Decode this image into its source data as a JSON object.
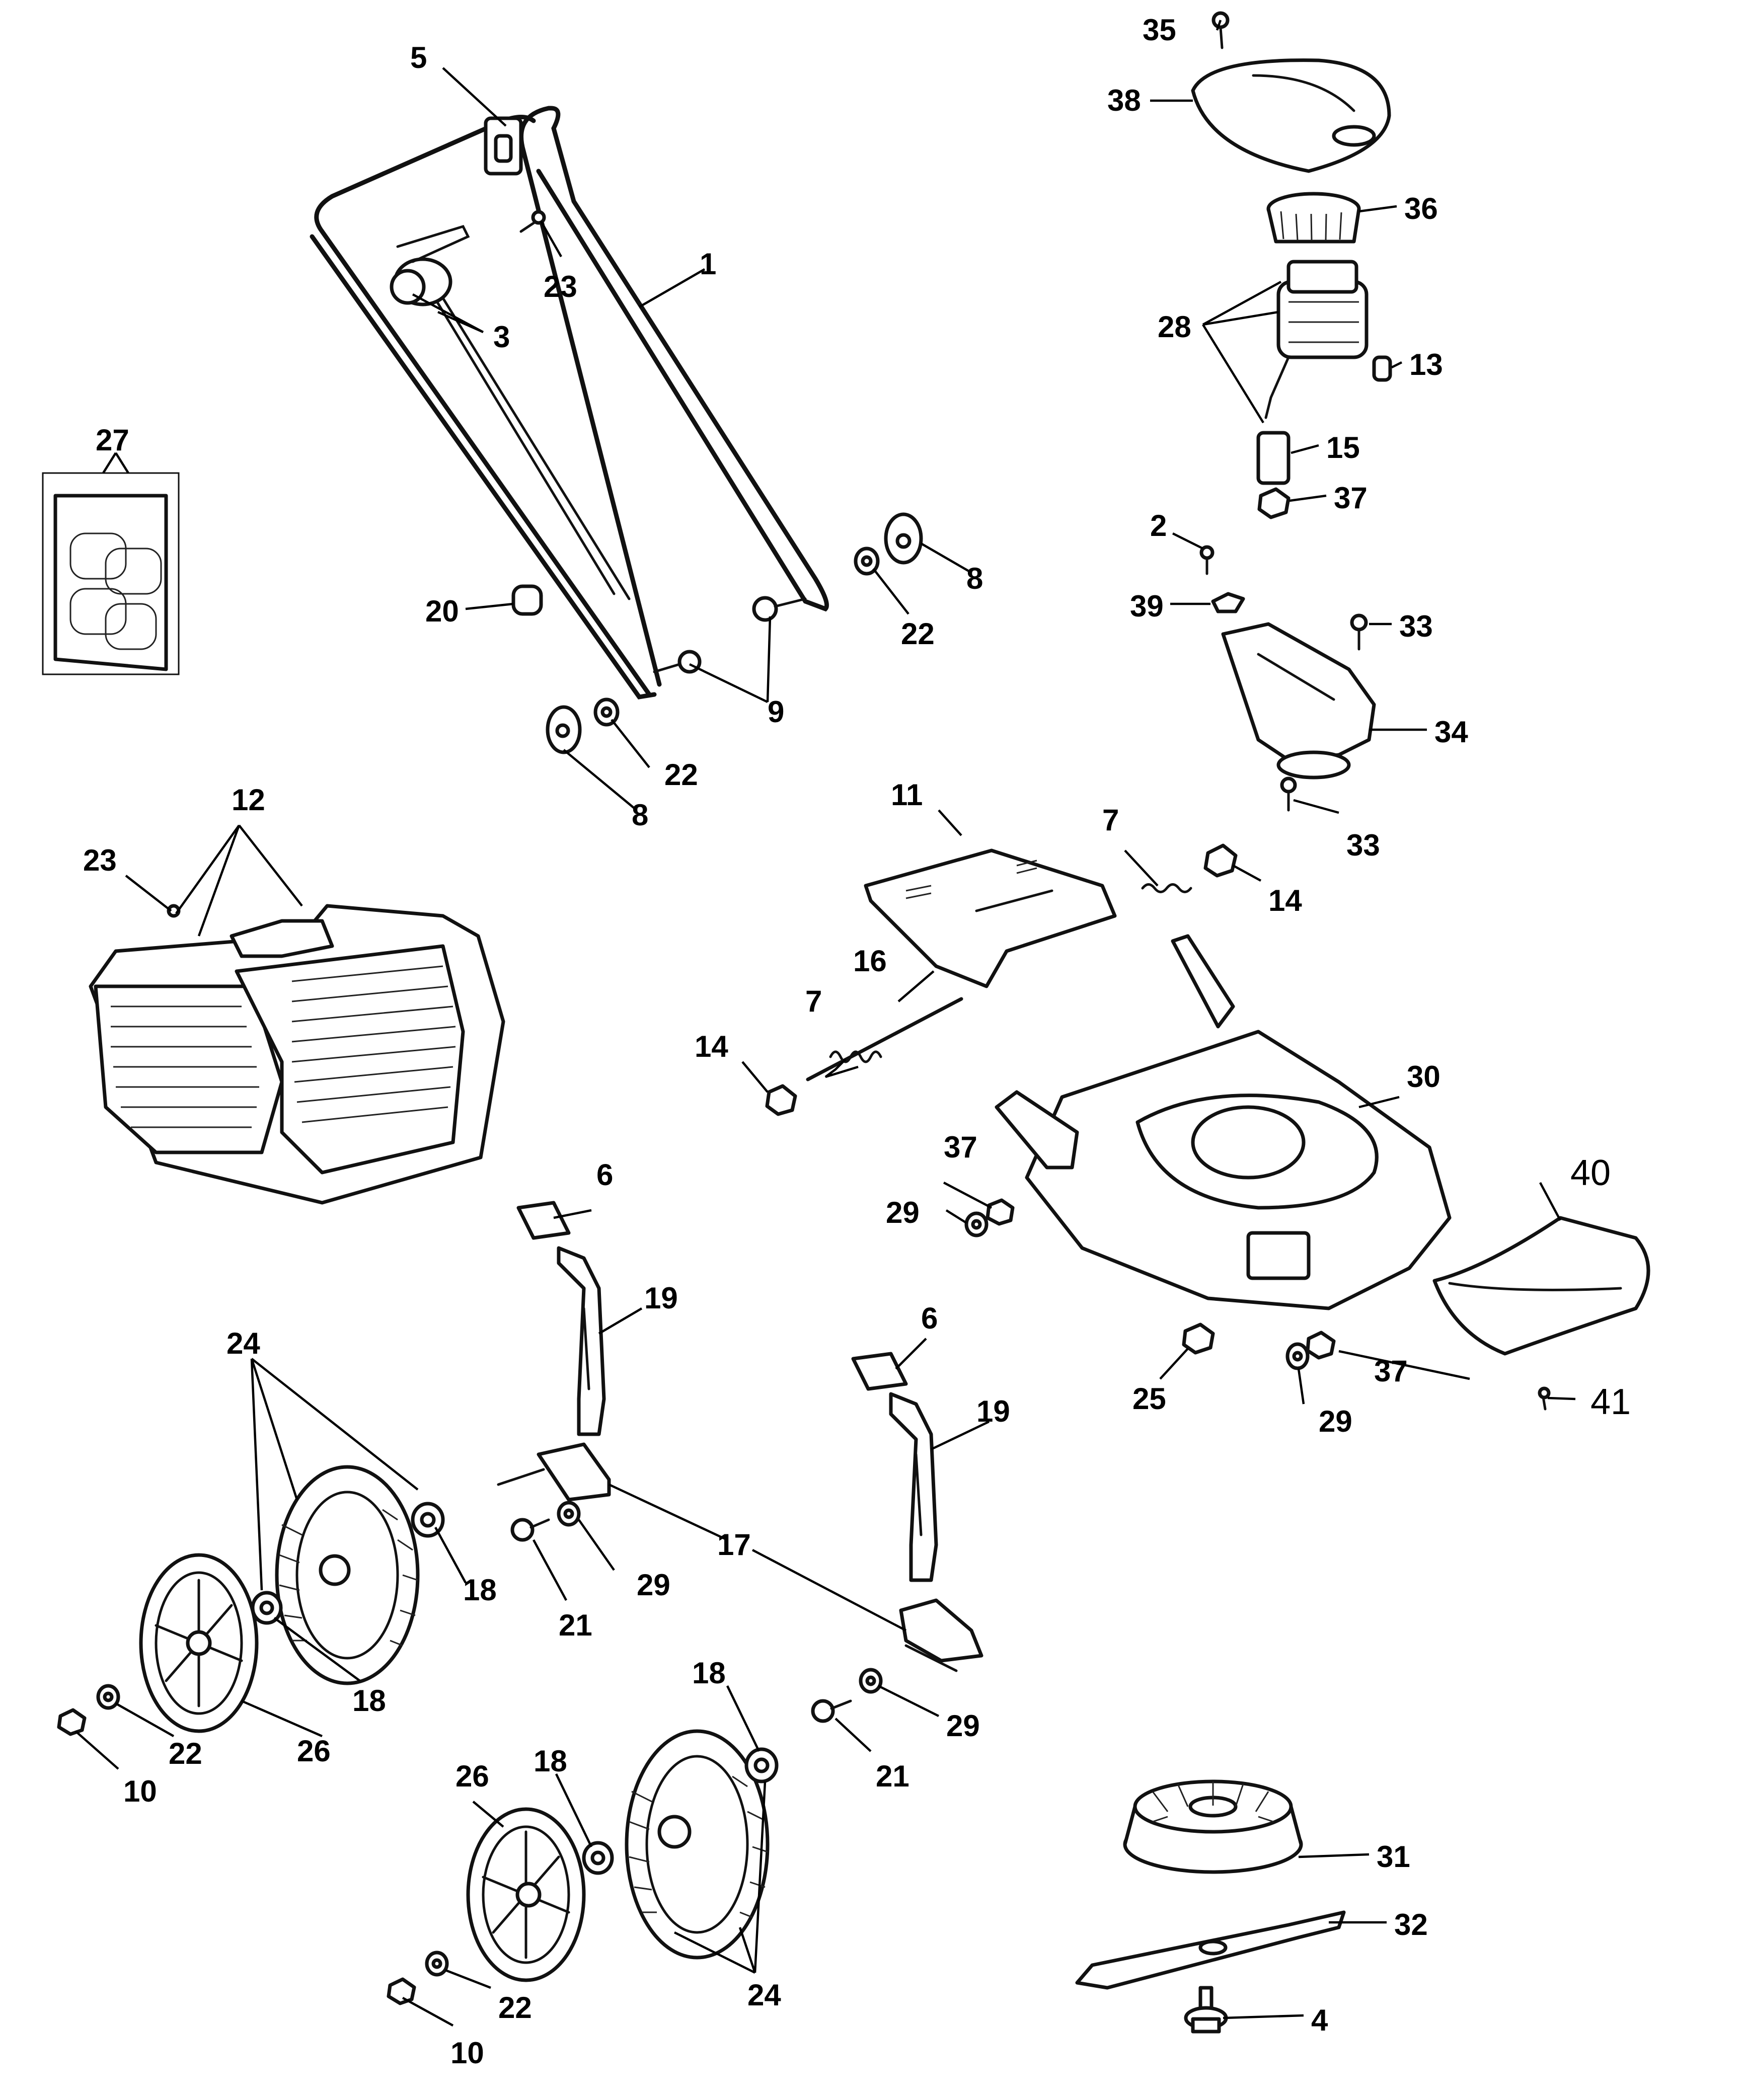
{
  "callouts": [
    {
      "id": "c1",
      "label": "1"
    },
    {
      "id": "c2",
      "label": "2"
    },
    {
      "id": "c3",
      "label": "3"
    },
    {
      "id": "c4",
      "label": "4"
    },
    {
      "id": "c5",
      "label": "5"
    },
    {
      "id": "c6a",
      "label": "6"
    },
    {
      "id": "c6b",
      "label": "6"
    },
    {
      "id": "c7a",
      "label": "7"
    },
    {
      "id": "c7b",
      "label": "7"
    },
    {
      "id": "c8a",
      "label": "8"
    },
    {
      "id": "c8b",
      "label": "8"
    },
    {
      "id": "c9",
      "label": "9"
    },
    {
      "id": "c10a",
      "label": "10"
    },
    {
      "id": "c10b",
      "label": "10"
    },
    {
      "id": "c11",
      "label": "11"
    },
    {
      "id": "c12",
      "label": "12"
    },
    {
      "id": "c13",
      "label": "13"
    },
    {
      "id": "c14a",
      "label": "14"
    },
    {
      "id": "c14b",
      "label": "14"
    },
    {
      "id": "c15",
      "label": "15"
    },
    {
      "id": "c16",
      "label": "16"
    },
    {
      "id": "c17",
      "label": "17"
    },
    {
      "id": "c18a",
      "label": "18"
    },
    {
      "id": "c18b",
      "label": "18"
    },
    {
      "id": "c18c",
      "label": "18"
    },
    {
      "id": "c18d",
      "label": "18"
    },
    {
      "id": "c19a",
      "label": "19"
    },
    {
      "id": "c19b",
      "label": "19"
    },
    {
      "id": "c20",
      "label": "20"
    },
    {
      "id": "c21a",
      "label": "21"
    },
    {
      "id": "c21b",
      "label": "21"
    },
    {
      "id": "c22a",
      "label": "22"
    },
    {
      "id": "c22b",
      "label": "22"
    },
    {
      "id": "c22c",
      "label": "22"
    },
    {
      "id": "c22d",
      "label": "22"
    },
    {
      "id": "c23a",
      "label": "23"
    },
    {
      "id": "c23b",
      "label": "23"
    },
    {
      "id": "c24a",
      "label": "24"
    },
    {
      "id": "c24b",
      "label": "24"
    },
    {
      "id": "c25",
      "label": "25"
    },
    {
      "id": "c26a",
      "label": "26"
    },
    {
      "id": "c26b",
      "label": "26"
    },
    {
      "id": "c27",
      "label": "27"
    },
    {
      "id": "c28",
      "label": "28"
    },
    {
      "id": "c29a",
      "label": "29"
    },
    {
      "id": "c29b",
      "label": "29"
    },
    {
      "id": "c29c",
      "label": "29"
    },
    {
      "id": "c29d",
      "label": "29"
    },
    {
      "id": "c30",
      "label": "30"
    },
    {
      "id": "c31",
      "label": "31"
    },
    {
      "id": "c32",
      "label": "32"
    },
    {
      "id": "c33a",
      "label": "33"
    },
    {
      "id": "c33b",
      "label": "33"
    },
    {
      "id": "c34",
      "label": "34"
    },
    {
      "id": "c35",
      "label": "35"
    },
    {
      "id": "c36",
      "label": "36"
    },
    {
      "id": "c37a",
      "label": "37"
    },
    {
      "id": "c37b",
      "label": "37"
    },
    {
      "id": "c37c",
      "label": "37"
    },
    {
      "id": "c38",
      "label": "38"
    },
    {
      "id": "c39",
      "label": "39"
    },
    {
      "id": "c40",
      "label": "40"
    },
    {
      "id": "c41",
      "label": "41"
    }
  ]
}
